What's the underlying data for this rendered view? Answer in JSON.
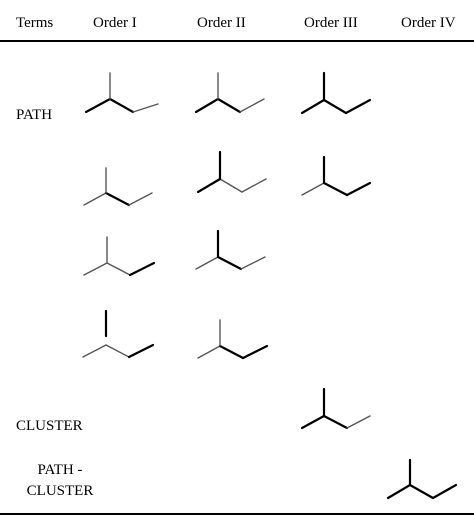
{
  "header": {
    "terms": "Terms",
    "order1": "Order I",
    "order2": "Order II",
    "order3": "Order III",
    "order4": "Order IV"
  },
  "rows": {
    "path": "PATH",
    "cluster": "CLUSTER",
    "path_cluster_line1": "PATH -",
    "path_cluster_line2": "CLUSTER"
  },
  "colors": {
    "bond_bold": "#000000",
    "bond_normal": "#444444"
  }
}
